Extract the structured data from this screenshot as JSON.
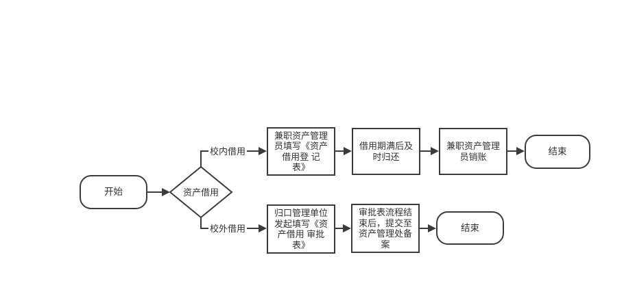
{
  "colors": {
    "stroke": "#3b3b3b",
    "text": "#333333",
    "background": "#ffffff"
  },
  "flowchart": {
    "start_label": "开始",
    "decision_label": "资产借用",
    "branch_top_label": "校内借用",
    "branch_bottom_label": "校外借用",
    "top_steps": [
      "兼职资产管理\n员填写《资产\n借用登 记\n表》",
      "借用期满后及\n时归还",
      "兼职资产管理\n员销账"
    ],
    "top_end_label": "结束",
    "bottom_steps": [
      "归口管理单位\n发起填写《资\n产借用 审批\n表》",
      "审批表流程结\n束后，提交至\n资产管理处备\n案"
    ],
    "bottom_end_label": "结束"
  }
}
